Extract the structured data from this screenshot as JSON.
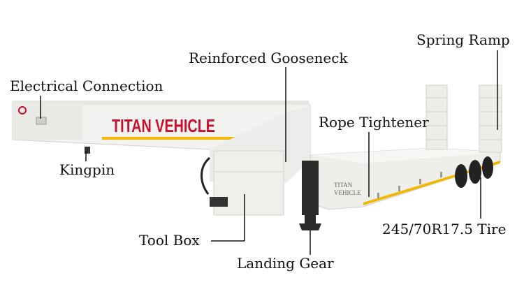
{
  "brand_text": "TITAN VEHICLE",
  "side_text": [
    "TITAN",
    "VEHICLE"
  ],
  "callouts": {
    "spring_ramp": "Spring Ramp",
    "reinforced_gooseneck": "Reinforced Gooseneck",
    "electrical_connection": "Electrical Connection",
    "rope_tightener": "Rope Tightener",
    "kingpin": "Kingpin",
    "tool_box": "Tool Box",
    "tire": "245/70R17.5 Tire",
    "landing_gear": "Landing Gear"
  },
  "colors": {
    "body": "#f2f2f0",
    "shadow": "#d9d9d6",
    "brand_red": "#c8102e",
    "stripe_yellow": "#f2b705",
    "stripe_orange": "#e87a1d",
    "line": "#111111"
  }
}
